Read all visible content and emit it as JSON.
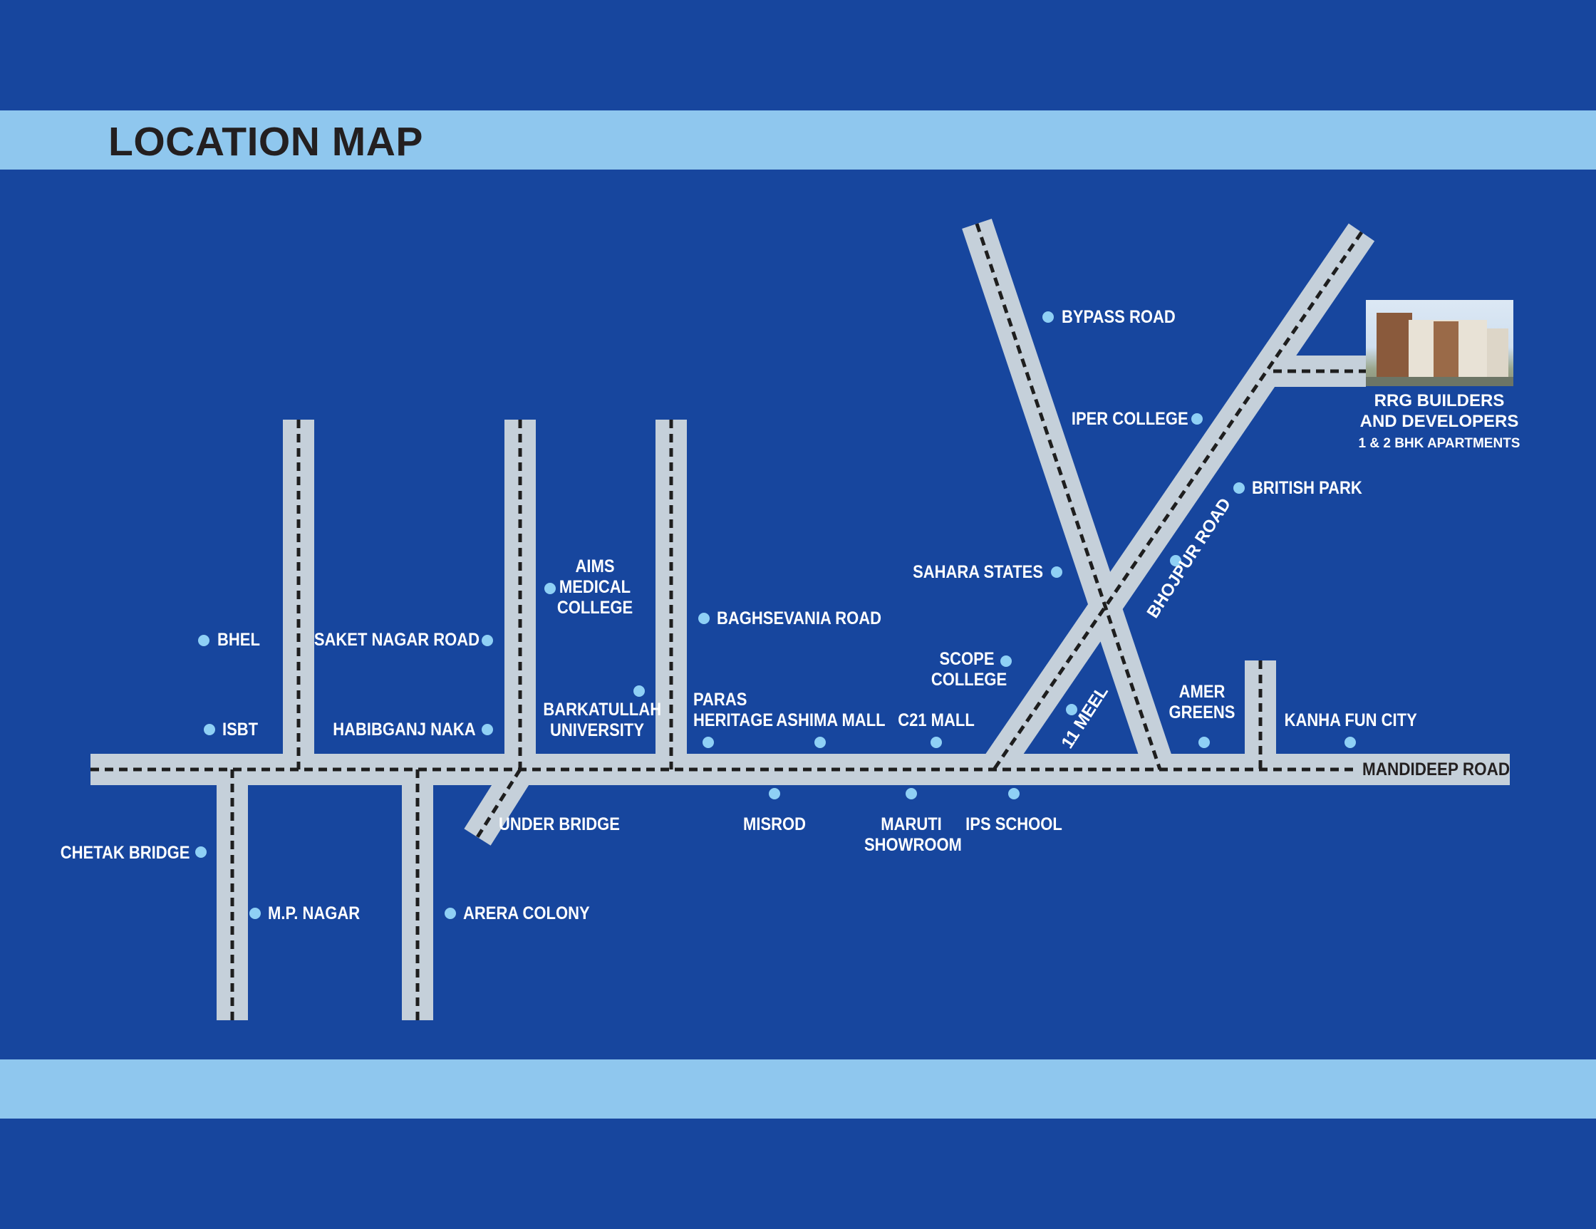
{
  "title": "LOCATION MAP",
  "colors": {
    "background": "#17469e",
    "band": "#8fc7ee",
    "road": "#c5d0da",
    "road_dash": "#1e1e1e",
    "poi_dot": "#8fd0f5",
    "label": "#ffffff"
  },
  "roads": {
    "main_road": "MANDIDEEP ROAD",
    "bhojpur_road": "BHOJPUR ROAD",
    "eleven_meel": "11 MEEL"
  },
  "pois": {
    "bypass_road": "BYPASS ROAD",
    "iper_college": "IPER COLLEGE",
    "british_park": "BRITISH PARK",
    "sahara_states": "SAHARA STATES",
    "bhel": "BHEL",
    "saket_nagar_road": "SAKET NAGAR ROAD",
    "aims_medical_college": [
      "AIMS",
      "MEDICAL",
      "COLLEGE"
    ],
    "baghsevania_road": "BAGHSEVANIA ROAD",
    "scope_college": [
      "SCOPE",
      "COLLEGE"
    ],
    "isbt": "ISBT",
    "habibganj_naka": "HABIBGANJ NAKA",
    "barkatullah_university": [
      "BARKATULLAH",
      "UNIVERSITY"
    ],
    "paras_heritage": [
      "PARAS",
      "HERITAGE"
    ],
    "ashima_mall": "ASHIMA MALL",
    "c21_mall": "C21 MALL",
    "amer_greens": [
      "AMER",
      "GREENS"
    ],
    "kanha_fun_city": "KANHA FUN CITY",
    "under_bridge": "UNDER BRIDGE",
    "misrod": "MISROD",
    "maruti_showroom": [
      "MARUTI",
      "SHOWROOM"
    ],
    "ips_school": "IPS SCHOOL",
    "chetak_bridge": "CHETAK BRIDGE",
    "mp_nagar": "M.P. NAGAR",
    "arera_colony": "ARERA COLONY"
  },
  "project": {
    "name_line1": "RRG BUILDERS",
    "name_line2": "AND DEVELOPERS",
    "subtitle": "1 & 2 BHK APARTMENTS"
  }
}
